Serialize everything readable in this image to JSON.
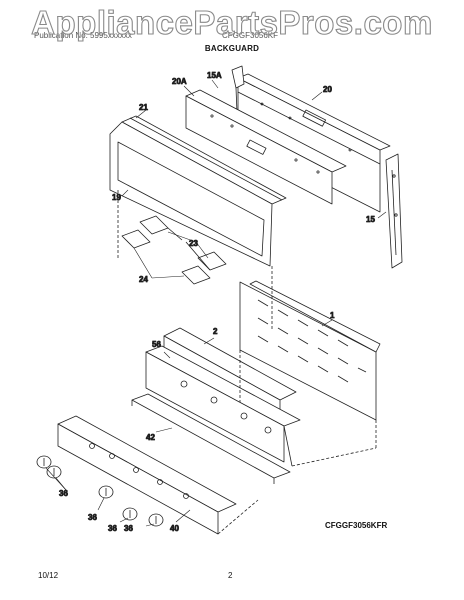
{
  "watermark": "AppliancePartsPros.com",
  "header": {
    "left": "Publication No. 5995xxxxxx",
    "right": "CFGGF3056KF"
  },
  "section_title": "BACKGUARD",
  "model_code": "CFGGF3056KFR",
  "footer": {
    "date": "10/12",
    "page": "2"
  },
  "callouts": {
    "c1": "1",
    "c2": "2",
    "c15": "15",
    "c15a": "15A",
    "c19": "19",
    "c20": "20",
    "c20a": "20A",
    "c21": "21",
    "c23": "23",
    "c24": "24",
    "c36a": "36",
    "c36b": "36",
    "c36c": "36",
    "c36d": "36",
    "c40": "40",
    "c42": "42",
    "c56": "56"
  }
}
